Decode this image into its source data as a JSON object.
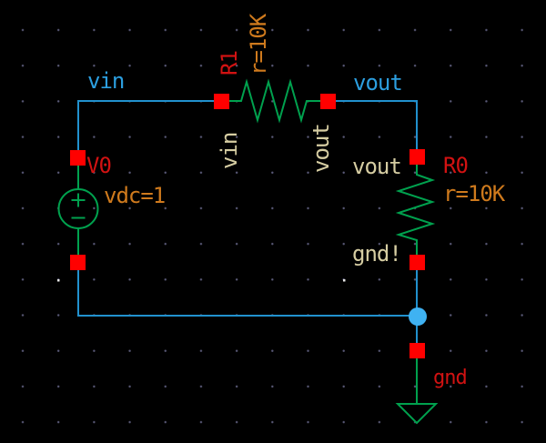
{
  "colors": {
    "background": "#000000",
    "grid_dot": "#5a5a78",
    "grid_major_dot": "#e8e8e8",
    "wire": "#2191ce",
    "junction_dot": "#3fb2f2",
    "pin": "#ff0000",
    "device_body": "#00a14e",
    "net_label": "#2c9fe0",
    "instance_label": "#d11212",
    "property_label": "#cf7a1d",
    "terminal_label": "#d6cda2"
  },
  "nets": {
    "vin": "vin",
    "vout": "vout"
  },
  "components": {
    "v0": {
      "name": "V0",
      "type": "dc-voltage-source",
      "value": "vdc=1"
    },
    "r1": {
      "name": "R1",
      "type": "resistor",
      "value": "r=10K",
      "terminal_left": "vin",
      "terminal_right": "vout"
    },
    "r0": {
      "name": "R0",
      "type": "resistor",
      "value": "r=10K",
      "terminal_top": "vout",
      "terminal_bottom": "gnd!"
    }
  },
  "ground": {
    "name": "gnd"
  }
}
